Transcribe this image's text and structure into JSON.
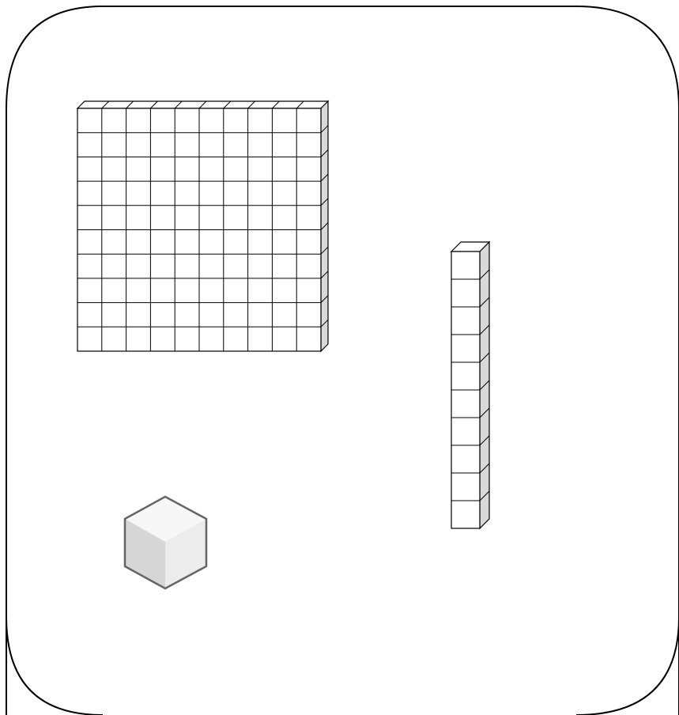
{
  "blocks": {
    "hundred_flat": {
      "rows": 10,
      "cols": 10
    },
    "ten_rod": {
      "cubes": 10
    },
    "unit_cube": {
      "count": 1
    }
  },
  "colors": {
    "stroke": "#000000",
    "face_front": "#ffffff",
    "face_side": "#d9d9d9",
    "cube_top": "#f7f7f7",
    "cube_left": "#d6d6d6",
    "cube_right": "#ececec",
    "cube_stroke": "#666666"
  }
}
